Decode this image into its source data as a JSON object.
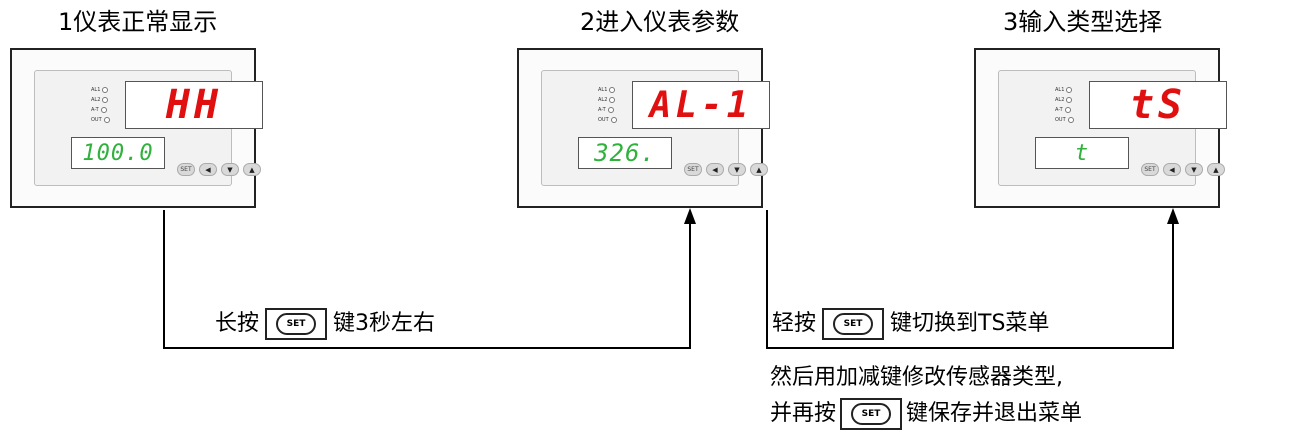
{
  "steps": [
    {
      "title": "1仪表正常显示",
      "pv": "HH",
      "sv": "100.0"
    },
    {
      "title": "2进入仪表参数",
      "pv": "AL-1",
      "sv": "326."
    },
    {
      "title": "3输入类型选择",
      "pv": "tS",
      "sv": "t"
    }
  ],
  "led_labels": [
    "AL1",
    "AL2",
    "A-T",
    "OUT"
  ],
  "keys": {
    "set": "SET",
    "left": "◀",
    "down": "▼",
    "up": "▲"
  },
  "set_button_label": "SET",
  "transition1": {
    "before": "长按",
    "after": "键3秒左右"
  },
  "transition2": {
    "before": "轻按",
    "after": "键切换到TS菜单"
  },
  "note": {
    "line1": "然后用加减键修改传感器类型,",
    "line2_before": "并再按",
    "line2_after": "键保存并退出菜单"
  },
  "colors": {
    "pv": "#e01010",
    "sv": "#2fb13c"
  }
}
